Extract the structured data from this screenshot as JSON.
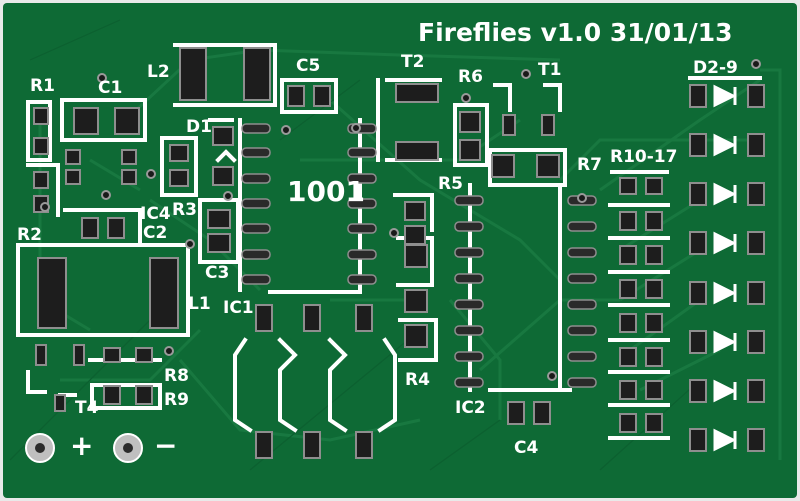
{
  "board": {
    "title": "Fireflies v1.0 31/01/13",
    "colors": {
      "pcb": "#0e6a35",
      "copper_trace": "#167840",
      "silkscreen": "#ffffff",
      "pad": "#1d1d1d",
      "pad_ring": "#8e8e8e",
      "background": "#e9e9e9"
    },
    "labels": {
      "r1": "R1",
      "c1": "C1",
      "l2": "L2",
      "c5": "C5",
      "t2": "T2",
      "r6": "R6",
      "t1": "T1",
      "d2_9": "D2-9",
      "d1": "D1",
      "r10_17": "R10-17",
      "r7": "R7",
      "r5": "R5",
      "r3": "R3",
      "r2": "R2",
      "ic4": "IC4",
      "c2": "C2",
      "c3": "C3",
      "ic1_marking": "1001",
      "l1": "L1",
      "ic1": "IC1",
      "r8": "R8",
      "r9": "R9",
      "t4": "T4",
      "r4": "R4",
      "ic2": "IC2",
      "c4": "C4",
      "plus": "+",
      "minus": "−"
    }
  }
}
